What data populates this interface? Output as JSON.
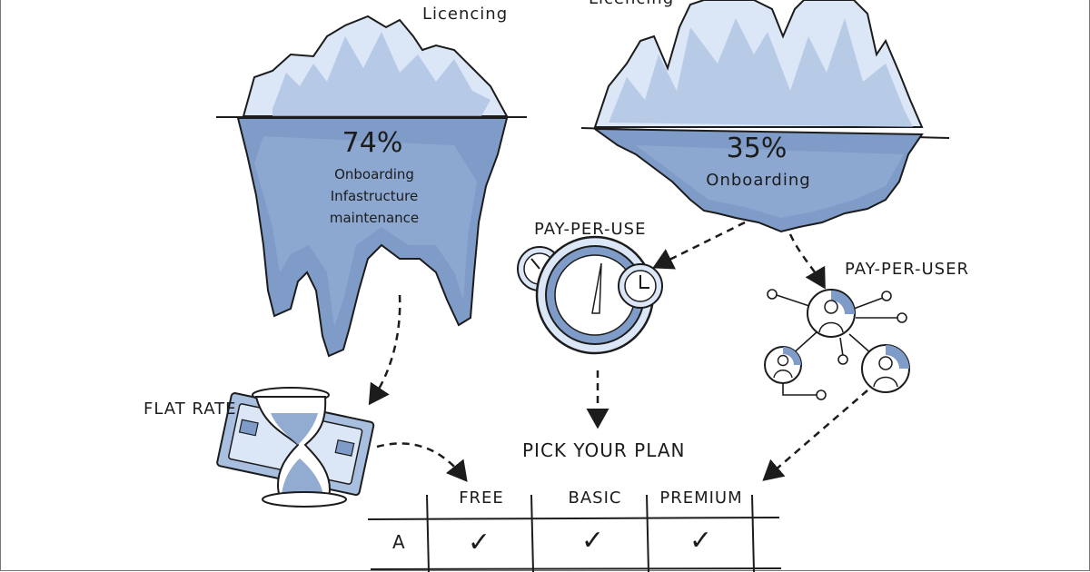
{
  "left_iceberg": {
    "top_label": "Licencing",
    "percent": "74%",
    "lines": [
      "Onboarding",
      "Infastructure",
      "maintenance"
    ]
  },
  "right_iceberg": {
    "top_label": "Licencing",
    "percent": "35%",
    "lines": [
      "Onboarding"
    ]
  },
  "models": {
    "flat_rate": "FLAT RATE",
    "pay_per_use": "PAY-PER-USE",
    "pay_per_user": "PAY-PER-USER"
  },
  "plan": {
    "title": "PICK YOUR PLAN",
    "columns": [
      "FREE",
      "BASIC",
      "PREMIUM"
    ],
    "rows": [
      {
        "label": "A",
        "cells": [
          "✓",
          "✓",
          "✓"
        ]
      }
    ]
  },
  "colors": {
    "ice_light": "#dbe6f6",
    "ice_mid": "#a9bfe0",
    "water": "#7f9cc8",
    "ink": "#1c1c1c"
  }
}
